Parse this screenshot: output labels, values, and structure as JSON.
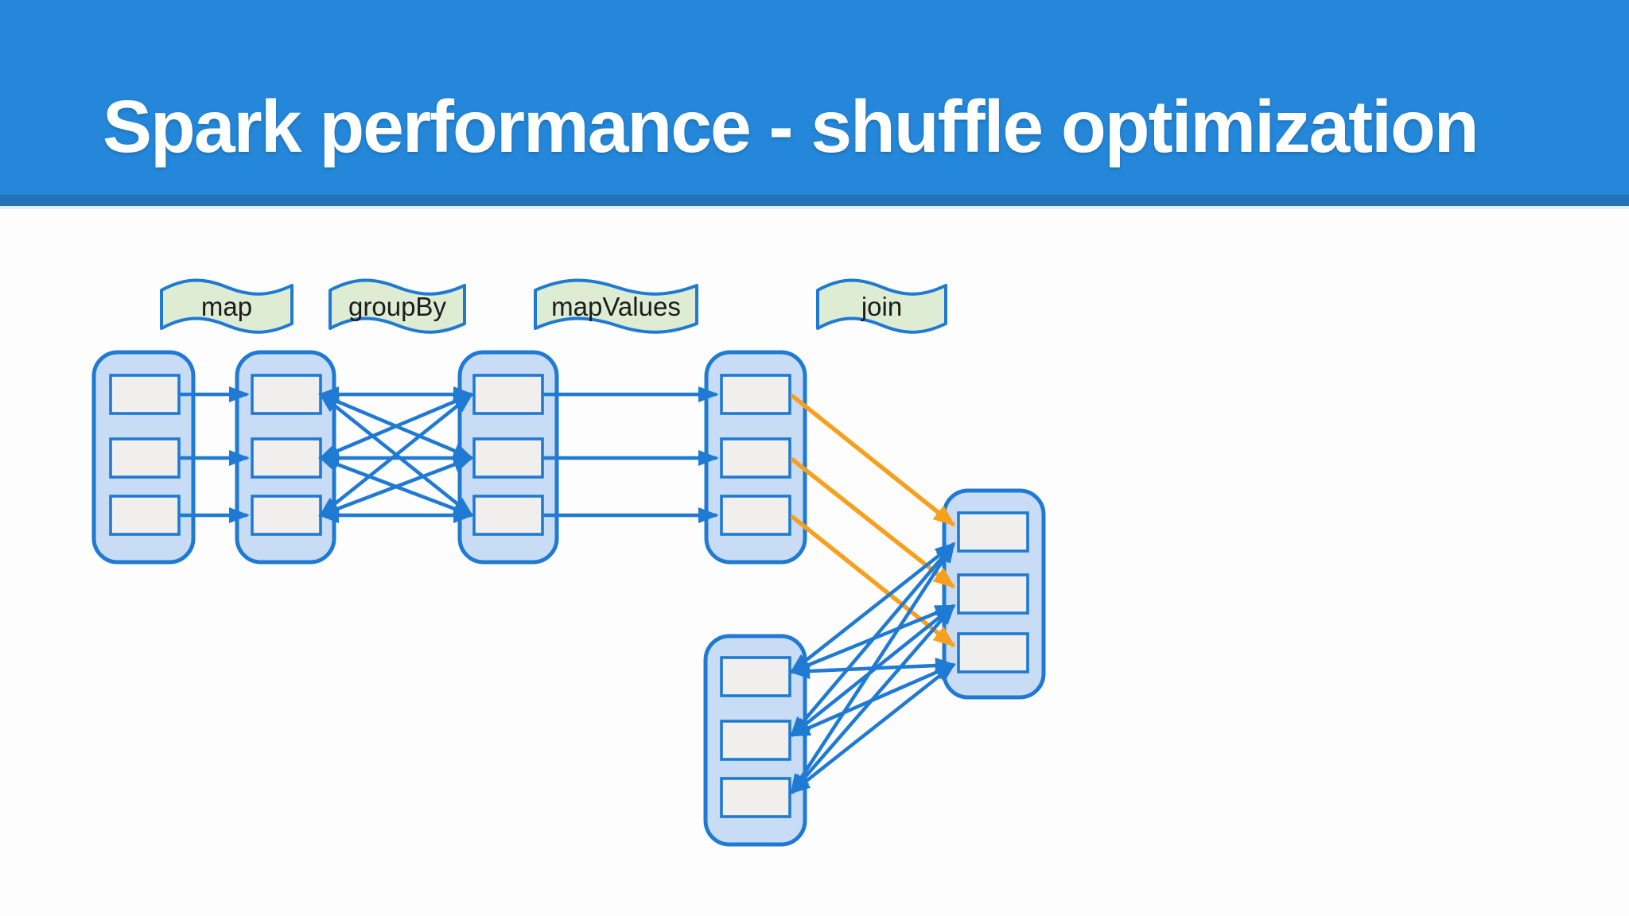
{
  "slide": {
    "title": "Spark performance - shuffle optimization"
  },
  "diagram": {
    "stages": [
      {
        "label": "map"
      },
      {
        "label": "groupBy"
      },
      {
        "label": "mapValues"
      },
      {
        "label": "join"
      }
    ],
    "rdds": [
      {
        "id": "rdd-1-input",
        "partitions": 3
      },
      {
        "id": "rdd-2-after-map",
        "partitions": 3
      },
      {
        "id": "rdd-3-after-groupby",
        "partitions": 3
      },
      {
        "id": "rdd-4-after-mapvalues",
        "partitions": 3
      },
      {
        "id": "rdd-5-join-other-input",
        "partitions": 3
      },
      {
        "id": "rdd-6-join-result",
        "partitions": 3
      }
    ],
    "edges": [
      {
        "from": "rdd-1-input",
        "to": "rdd-2-after-map",
        "stage": "map",
        "pattern": "one-to-one",
        "color": "blue",
        "arrow_count": 3
      },
      {
        "from": "rdd-2-after-map",
        "to": "rdd-3-after-groupby",
        "stage": "groupBy",
        "pattern": "all-to-all shuffle",
        "color": "blue",
        "arrow_count": 9
      },
      {
        "from": "rdd-3-after-groupby",
        "to": "rdd-4-after-mapvalues",
        "stage": "mapValues",
        "pattern": "one-to-one",
        "color": "blue",
        "arrow_count": 3
      },
      {
        "from": "rdd-4-after-mapvalues",
        "to": "rdd-6-join-result",
        "stage": "join",
        "pattern": "one-to-one partition-aligned",
        "color": "orange",
        "arrow_count": 3
      },
      {
        "from": "rdd-5-join-other-input",
        "to": "rdd-6-join-result",
        "stage": "join",
        "pattern": "all-to-all shuffle",
        "color": "blue",
        "arrow_count": 9
      }
    ],
    "colors": {
      "header_blue": "#2487d9",
      "header_stripe": "#2173b6",
      "stripe_highlight": "#e7eef7",
      "background": "#fdfdfd",
      "diagram_blue": "#1e7ad2",
      "rdd_fill": "#c9dcf6",
      "partition_fill": "#f0efed",
      "flag_fill": "#ddecd3",
      "join_orange": "#f7a01d",
      "title_color": "#ffffff",
      "label_color": "#1c1c1c"
    }
  }
}
